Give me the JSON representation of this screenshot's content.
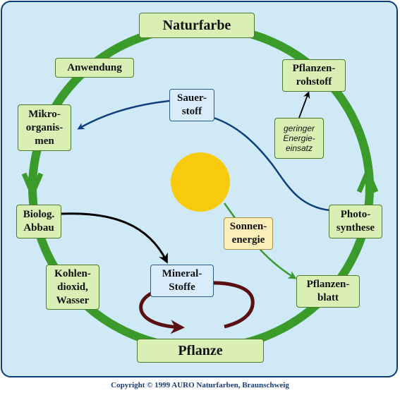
{
  "nodes": {
    "top": "Naturfarbe",
    "bottom": "Pflanze",
    "anwendung": "Anwendung",
    "pflanzenrohstoff": [
      "Pflanzen-",
      "rohstoff"
    ],
    "mikroorganismen": [
      "Mikro-",
      "organis-",
      "men"
    ],
    "sauerstoff": [
      "Sauer-",
      "stoff"
    ],
    "geringer_energieeinsatz": [
      "geringer",
      "Energie-",
      "einsatz"
    ],
    "biolog_abbau": [
      "Biolog.",
      "Abbau"
    ],
    "photosynthese": [
      "Photo-",
      "synthese"
    ],
    "sonnenenergie": [
      "Sonnen-",
      "energie"
    ],
    "kohlendioxid_wasser": [
      "Kohlen-",
      "dioxid,",
      "Wasser"
    ],
    "mineralstoffe": [
      "Mineral-",
      "Stoffe"
    ],
    "pflanzenblatt": [
      "Pflanzen-",
      "blatt"
    ]
  },
  "copyright": "Copyright © 1999 AURO Naturfarben, Braunschweig",
  "colors": {
    "background": "#cfe9f7",
    "border": "#0a3d7a",
    "cycle": "#3a9a2a",
    "node_green": "#d9efb4",
    "node_blue": "#d8ecfb",
    "sun": "#f7cb0c",
    "sun_label": "#fbeeb8",
    "arrow_blue": "#0e3f7c",
    "arrow_black": "#000000",
    "arrow_green": "#3b9b30",
    "arrow_dark_red": "#5a1010"
  }
}
